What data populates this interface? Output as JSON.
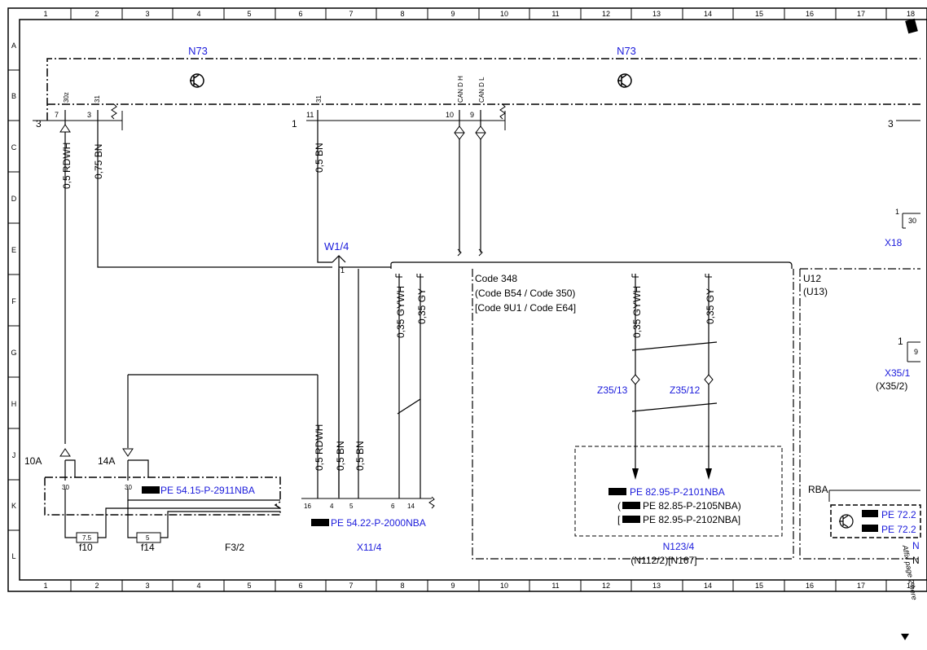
{
  "frame": {
    "columns": [
      "1",
      "2",
      "3",
      "4",
      "5",
      "6",
      "7",
      "8",
      "9",
      "10",
      "11",
      "12",
      "13",
      "14",
      "15",
      "16",
      "17",
      "18"
    ],
    "rows": [
      "A",
      "B",
      "C",
      "D",
      "E",
      "F",
      "G",
      "H",
      "J",
      "K",
      "L"
    ]
  },
  "components": {
    "n73_left": "N73",
    "n73_right": "N73",
    "w1_4": "W1/4",
    "x18": "X18",
    "z35_13": "Z35/13",
    "z35_12": "Z35/12",
    "x35_1": "X35/1",
    "x35_2": "(X35/2)",
    "n123_4": "N123/4",
    "n112": "(N112/2)[N167]",
    "x11_4": "X11/4",
    "f3_2": "F3/2",
    "f10": "f10",
    "f14": "f14",
    "rba": "RBA"
  },
  "codes": {
    "code_box_1": "Code 348",
    "code_box_2": "(Code B54  / Code 350)",
    "code_box_3": "[Code 9U1  / Code E64]",
    "u12": "U12",
    "u13": "(U13)"
  },
  "refs": {
    "pe_54_15": "PE 54.15-P-2911NBA",
    "pe_54_22": "PE 54.22-P-2000NBA",
    "pe_82_95_a": "PE 82.95-P-2101NBA",
    "pe_82_85": "PE 82.85-P-2105NBA)",
    "pe_82_95_b": "PE 82.95-P-2102NBA]",
    "pe_82_85_open": "(",
    "pe_82_95_b_open": "[",
    "pe_72_a": "PE 72.2",
    "pe_72_b": "PE 72.2",
    "nc": "N"
  },
  "wires": {
    "w_rdwh_left": "0,5 RDWH",
    "w_bn_075": "0,75 BN",
    "w_bn_mid": "0,5 BN",
    "w_gywh_1": "0,35 GYWH",
    "w_gy_1": "0,35 GY",
    "w_gywh_2": "0,35 GYWH",
    "w_gy_2": "0,35 GY",
    "w_rdwh_bot": "0,5 RDWH",
    "w_bn_bot1": "0,5 BN",
    "w_bn_bot2": "0,5 BN"
  },
  "pins": {
    "p30z": "30z",
    "p31a": "31",
    "p31b": "31",
    "p_canh": "CAN D H",
    "p_canl": "CAN D L",
    "p7": "7",
    "p3": "3",
    "p11": "11",
    "p10": "10",
    "p9": "9",
    "conn3_left": "3",
    "conn1_mid": "1",
    "conn3_right": "3",
    "w1_pin": "1",
    "x18_pin": "1",
    "x18_num": "30",
    "x35_pin": "1",
    "x35_num": "9",
    "fuse10a": "10A",
    "fuse14a": "14A",
    "f30a": "30",
    "f30b": "30",
    "f75": "7.5",
    "f5": "5",
    "x16": "16",
    "x4": "4",
    "x5": "5",
    "x6": "6",
    "x14": "14"
  },
  "side_note": "Affix page 2 here"
}
